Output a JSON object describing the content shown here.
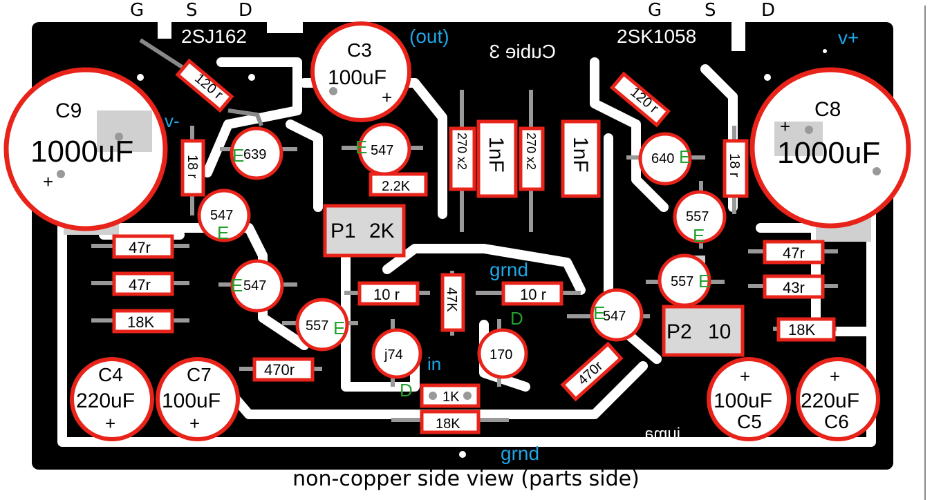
{
  "headers": {
    "left_pins": [
      "G",
      "S",
      "D"
    ],
    "right_pins": [
      "G",
      "S",
      "D"
    ]
  },
  "board": {
    "left_mosfet": "2SJ162",
    "right_mosfet": "2SK1058",
    "mirrored_title": "Cubie 3",
    "mirrored_signature": "juma"
  },
  "nets": {
    "out": "(out)",
    "v_minus": "v-",
    "v_plus": "v+",
    "grnd_top": "grnd",
    "grnd_bottom": "grnd",
    "in": "in"
  },
  "capacitors": {
    "c9": {
      "name": "C9",
      "value": "1000uF",
      "plus": "+"
    },
    "c8": {
      "name": "C8",
      "value": "1000uF",
      "plus": "+"
    },
    "c3": {
      "name": "C3",
      "value": "100uF",
      "plus": "+"
    },
    "c4": {
      "name": "C4",
      "value": "220uF",
      "plus": "+"
    },
    "c7": {
      "name": "C7",
      "value": "100uF",
      "plus": "+"
    },
    "c5": {
      "name": "C5",
      "value": "100uF",
      "plus": "+"
    },
    "c6": {
      "name": "C6",
      "value": "220uF",
      "plus": "+"
    },
    "cap_1nf_a": "1nF",
    "cap_1nf_b": "1nF"
  },
  "resistors": {
    "r120_left": "120 r",
    "r120_right": "120 r",
    "r18_left": "18 r",
    "r18_right": "18 r",
    "r270_a": "270 x2",
    "r270_b": "270 x2",
    "r2k2": "2.2K",
    "r47_a": "47r",
    "r47_b": "47r",
    "r47_c": "47r",
    "r43": "43r",
    "r18k_left": "18K",
    "r18k_right": "18K",
    "r18k_bottom": "18K",
    "r10_a": "10 r",
    "r10_b": "10 r",
    "r47k": "47K",
    "r470_a": "470r",
    "r470_b": "470r",
    "r1k": "1K"
  },
  "pots": {
    "p1": {
      "name": "P1",
      "value": "2K"
    },
    "p2": {
      "name": "P2",
      "value": "10"
    }
  },
  "transistors": {
    "q639": {
      "label": "639",
      "pin": "E"
    },
    "q547_top": {
      "label": "547",
      "pin": "E"
    },
    "q547_left": {
      "label": "547",
      "pin": "E"
    },
    "q547_mid": {
      "label": "547",
      "pin": "E"
    },
    "q557_left": {
      "label": "557",
      "pin": "E"
    },
    "qj74": {
      "label": "j74",
      "pin": "D"
    },
    "q170": {
      "label": "170",
      "pin": "D"
    },
    "q547_right": {
      "label": "547",
      "pin": "E"
    },
    "q640": {
      "label": "640",
      "pin": "E"
    },
    "q557_top": {
      "label": "557",
      "pin": "E"
    },
    "q557_right": {
      "label": "557",
      "pin": "E"
    }
  },
  "caption": "non-copper side view (parts side)",
  "colors": {
    "copper": "#000000",
    "gap": "#ffffff",
    "outline": "#e8231a",
    "net_label": "#1fa6e6",
    "pin_label": "#22a12c",
    "pad": "#d0d0d0"
  }
}
